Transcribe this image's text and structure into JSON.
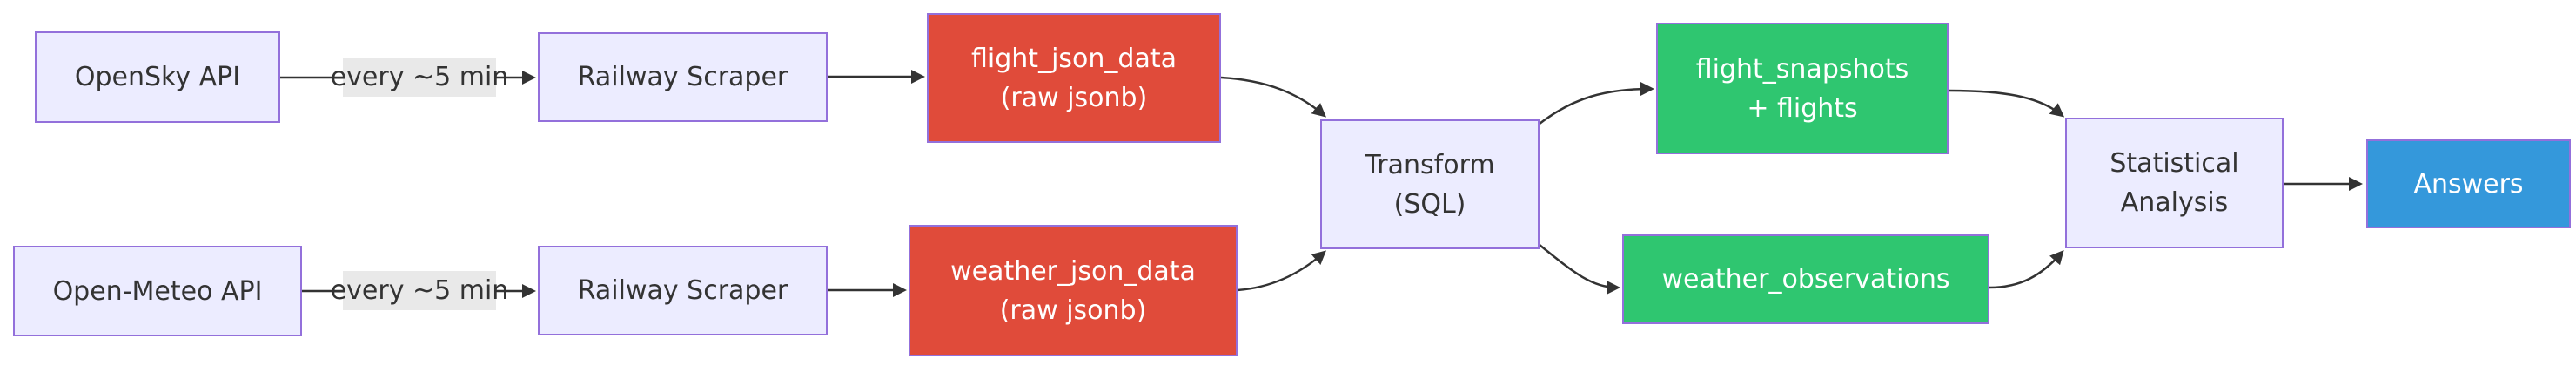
{
  "diagram": {
    "nodes": {
      "opensky": {
        "label": "OpenSky API"
      },
      "openmeteo": {
        "label": "Open-Meteo API"
      },
      "railway_top": {
        "label": "Railway Scraper"
      },
      "railway_bottom": {
        "label": "Railway Scraper"
      },
      "flight_json": {
        "line1": "flight_json_data",
        "line2": "(raw jsonb)"
      },
      "weather_json": {
        "line1": "weather_json_data",
        "line2": "(raw jsonb)"
      },
      "transform": {
        "line1": "Transform",
        "line2": "(SQL)"
      },
      "flight_snapshots": {
        "line1": "flight_snapshots",
        "line2": "+ flights"
      },
      "weather_observations": {
        "label": "weather_observations"
      },
      "statistical_analysis": {
        "line1": "Statistical",
        "line2": "Analysis"
      },
      "answers": {
        "label": "Answers"
      }
    },
    "edge_labels": {
      "flights_interval": "every ~5 min",
      "weather_interval": "every ~5 min"
    },
    "colors": {
      "node-fill": "#ECECFF",
      "node-border": "#9370DB",
      "raw-fill": "#E04B3A",
      "table-fill": "#2FC670",
      "answer-fill": "#3498DB",
      "line": "#333333",
      "label-bg": "#E9E9E9",
      "text-dark": "#333333",
      "text-light": "#FFFFFF"
    }
  }
}
